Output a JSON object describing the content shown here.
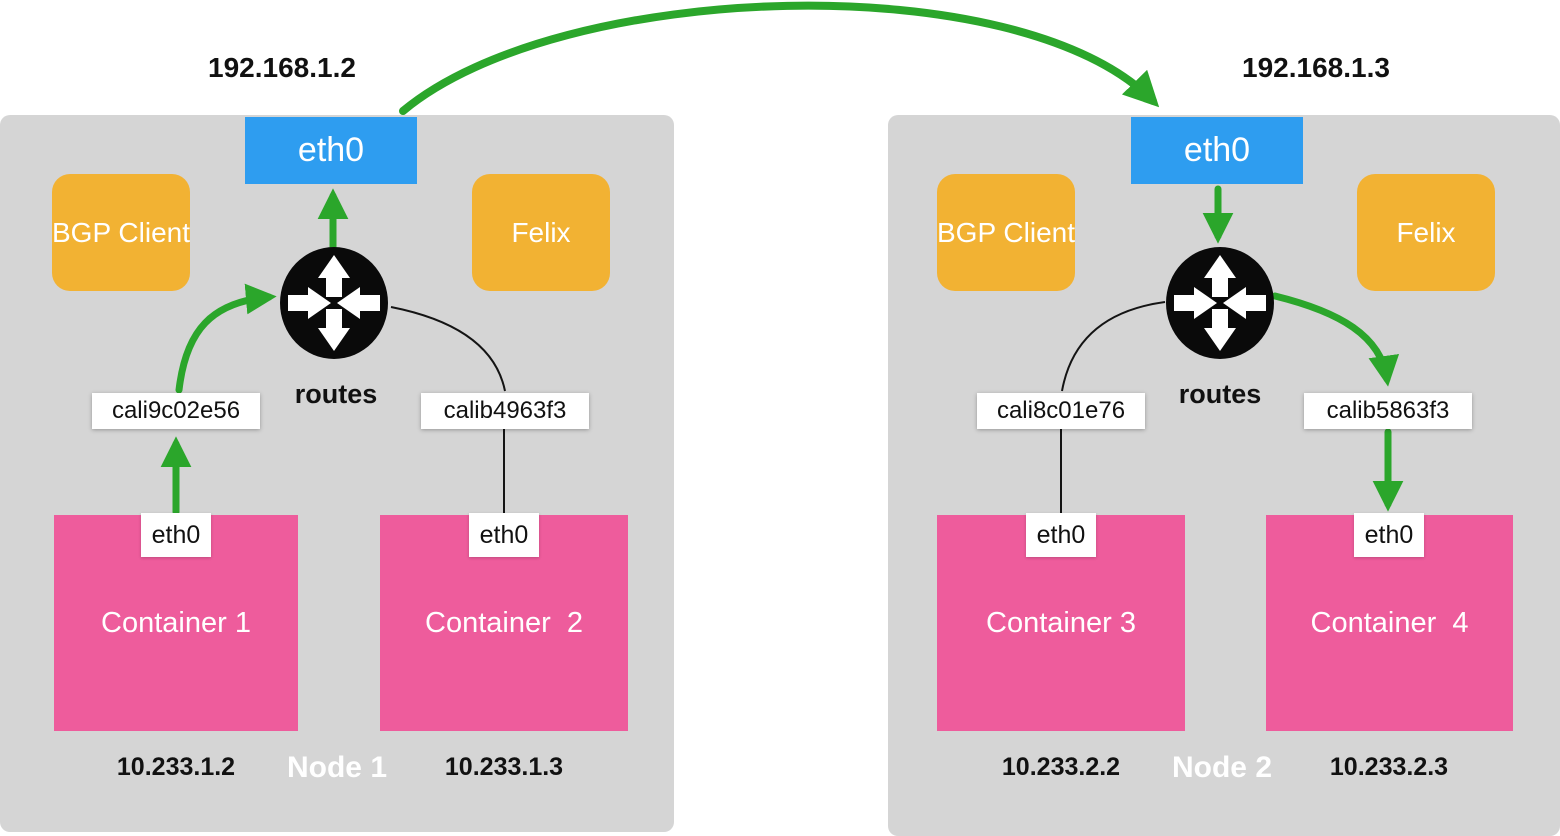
{
  "colors": {
    "node_background": "#d5d5d5",
    "eth_interface_blue": "#2e9df0",
    "component_orange": "#f2b233",
    "container_pink": "#ee5c9c",
    "flow_arrow_green": "#2ba62b",
    "link_line_black": "#141414",
    "label_background": "#ffffff"
  },
  "nodes": [
    {
      "name": "Node 1",
      "host_ip": "192.168.1.2",
      "host_interface": "eth0",
      "bgp_client_label": "BGP Client",
      "felix_label": "Felix",
      "routes_label": "routes",
      "veths": [
        "cali9c02e56",
        "calib4963f3"
      ],
      "containers": [
        {
          "name": "Container 1",
          "iface": "eth0",
          "ip": "10.233.1.2"
        },
        {
          "name": "Container  2",
          "iface": "eth0",
          "ip": "10.233.1.3"
        }
      ]
    },
    {
      "name": "Node 2",
      "host_ip": "192.168.1.3",
      "host_interface": "eth0",
      "bgp_client_label": "BGP Client",
      "felix_label": "Felix",
      "routes_label": "routes",
      "veths": [
        "cali8c01e76",
        "calib5863f3"
      ],
      "containers": [
        {
          "name": "Container 3",
          "iface": "eth0",
          "ip": "10.233.2.2"
        },
        {
          "name": "Container  4",
          "iface": "eth0",
          "ip": "10.233.2.3"
        }
      ]
    }
  ]
}
